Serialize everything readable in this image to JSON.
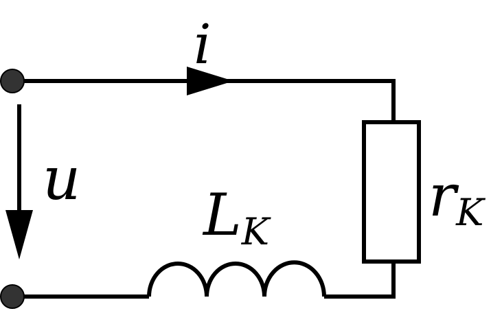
{
  "diagram": {
    "current_label": "i",
    "voltage_label": "u",
    "inductor": {
      "symbol": "L",
      "subscript": "K"
    },
    "resistor": {
      "symbol": "r",
      "subscript": "K"
    }
  },
  "colors": {
    "line": "#000000",
    "terminal": "#333333",
    "background": "#ffffff"
  }
}
